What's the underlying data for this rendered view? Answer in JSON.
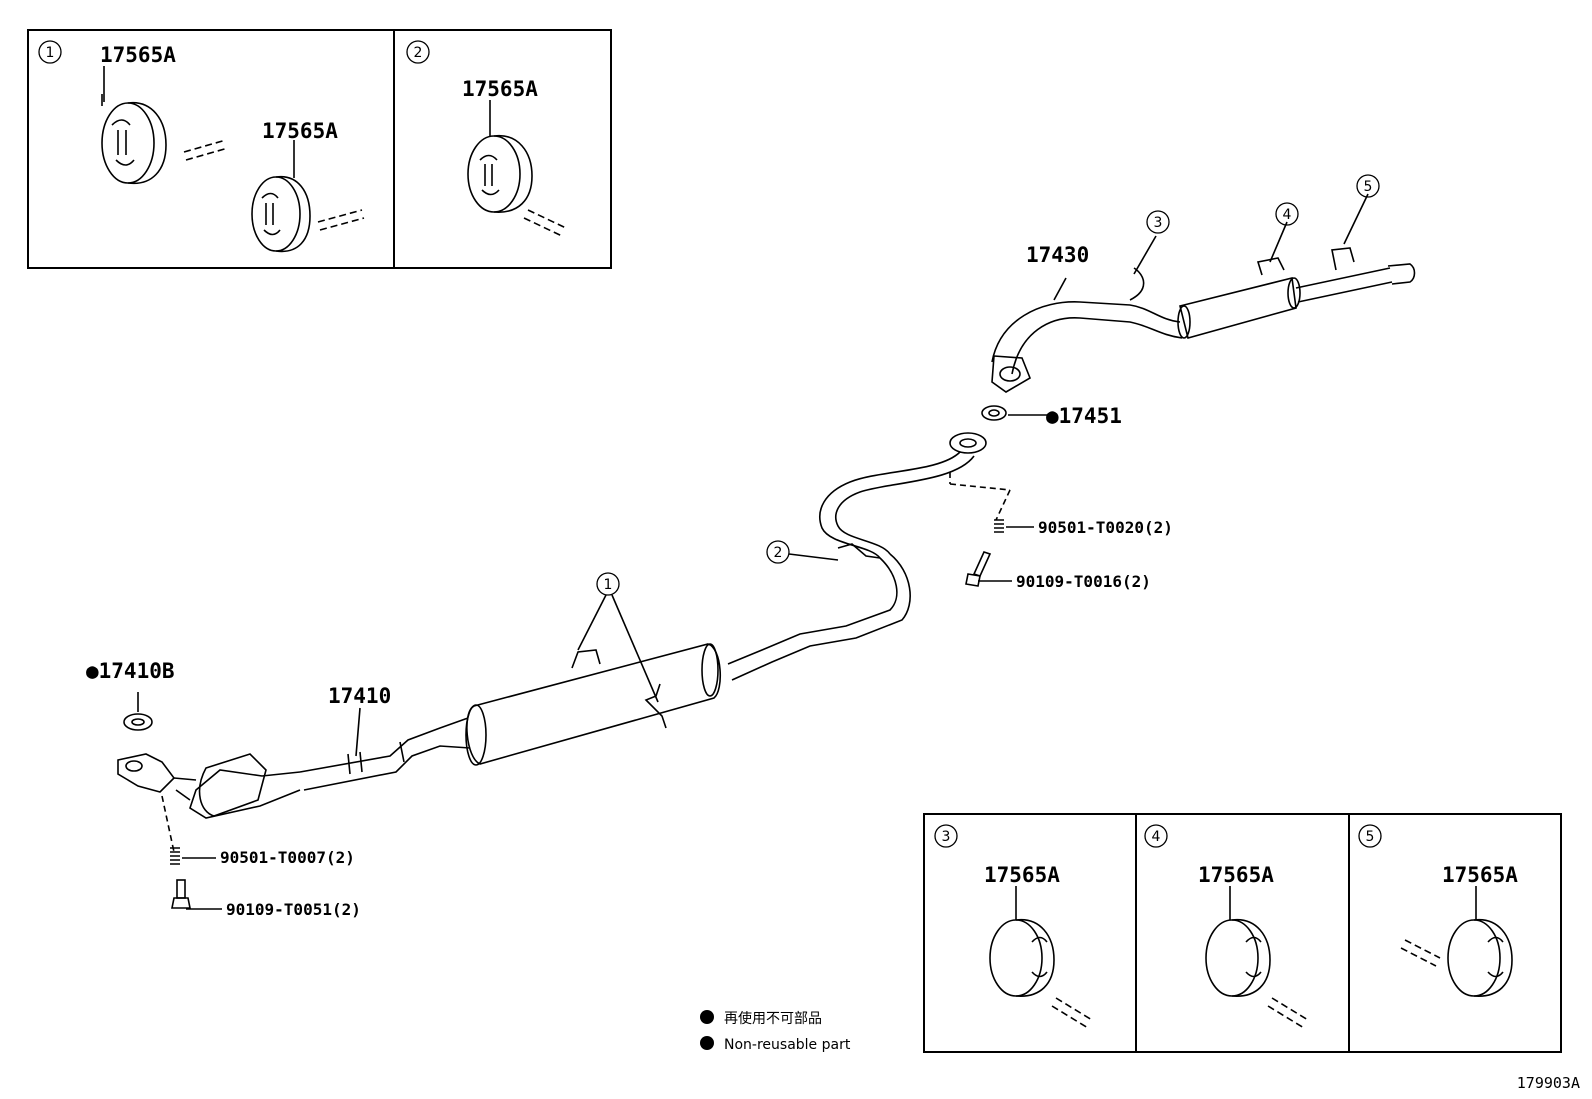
{
  "diagram_code": "179903A",
  "callout_numbers": [
    "1",
    "2",
    "3",
    "4",
    "5"
  ],
  "part_numbers": {
    "hanger": "17565A",
    "front_pipe": "17410",
    "front_gasket": "●17410B",
    "tail_pipe": "17430",
    "center_gasket": "●17451",
    "front_spring": "90501-T0007(2)",
    "front_bolt": "90109-T0051(2)",
    "rear_spring": "90501-T0020(2)",
    "rear_bolt": "90109-T0016(2)"
  },
  "legend": {
    "japanese": "再使用不可部品",
    "english": "Non-reusable part"
  },
  "colors": {
    "line": "#000000",
    "background": "#ffffff"
  }
}
